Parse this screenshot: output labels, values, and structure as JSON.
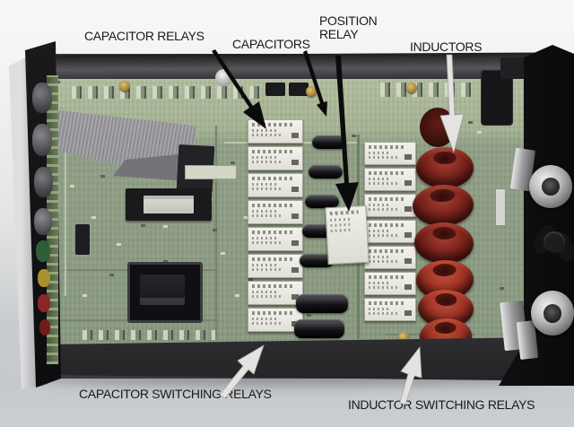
{
  "labels": {
    "capacitor_relays": "CAPACITOR RELAYS",
    "capacitors": "CAPACITORS",
    "position_relay": [
      "POSITION",
      "RELAY"
    ],
    "inductors": "INDUCTORS",
    "capacitor_switching_relays": "CAPACITOR SWITCHING RELAYS",
    "inductor_switching_relays": "INDUCTOR SWITCHING RELAYS"
  },
  "palette": {
    "label_text": "#1a1a1a",
    "arrow_black": "#0b0b0b",
    "arrow_gray_fill": "#e3e3e1",
    "arrow_gray_edge": "#a9a9a7",
    "pcb_green": "#8a9980",
    "pcb_green_light": "#acba9b",
    "relay_body": "#ebe9e2",
    "capacitor_black": "#121214",
    "inductor_red_dark": "#7e241d",
    "inductor_red_bright": "#a23527",
    "enclosure_black": "#121214",
    "enclosure_side_gray": "#b6b6b8",
    "photo_background_top": "#f6f6f4",
    "photo_background_bottom": "#c7cacd"
  },
  "components": {
    "capacitor_relay_count": 8,
    "inductor_relay_count": 7,
    "capacitor_count": 7,
    "inductor_count": 6,
    "position_relay_count": 1
  }
}
